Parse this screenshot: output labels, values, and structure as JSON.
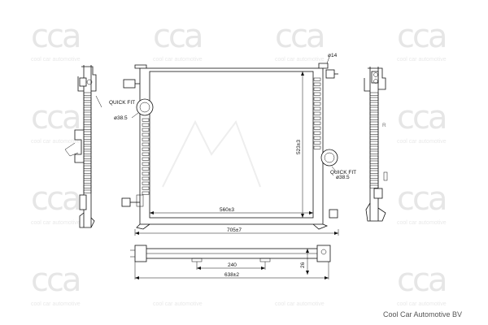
{
  "watermark": {
    "logo": "cca",
    "subtitle": "cool car automotive"
  },
  "labels": {
    "quick_fit_left_line1": "QUICK FIT",
    "quick_fit_left_line2": "ø38.5",
    "quick_fit_right_line1": "QUICK FIT",
    "quick_fit_right_line2": "ø38.5",
    "dia_top": "ø14",
    "core_width": "560±3",
    "core_height": "523±3",
    "overall_width": "705±7",
    "bottom_width": "638±2",
    "bottom_spacing": "240",
    "bottom_depth": "26",
    "side_marker": "R"
  },
  "company": "Cool Car Automotive BV"
}
